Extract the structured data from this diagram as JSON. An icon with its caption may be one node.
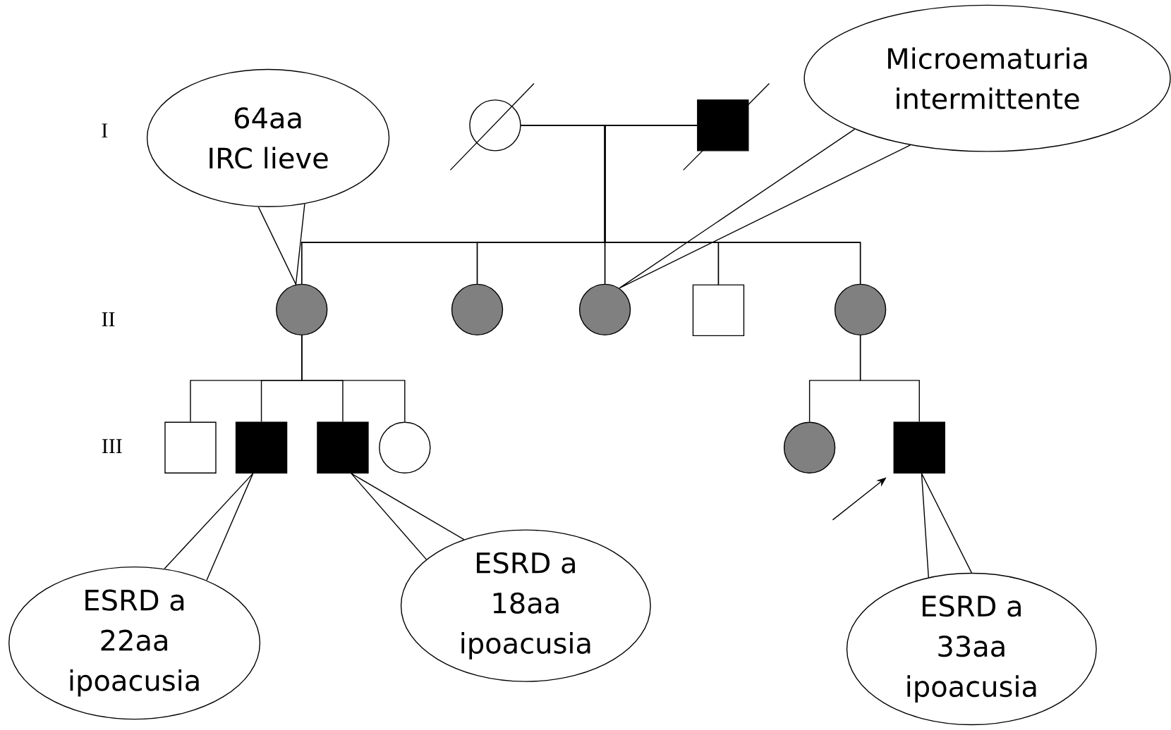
{
  "diagram": {
    "nodes": [
      {
        "text": [
          "Microematuria intermittente"
        ]
      },
      {
        "text": [
          "64aa",
          "IRC lieve"
        ]
      },
      {
        "text": [],
        "shape": "circle"
      },
      {
        "text": [],
        "shape": "box"
      },
      {
        "text": [],
        "shape": "circle"
      },
      {
        "text": [],
        "shape": "circle"
      },
      {
        "text": [],
        "shape": "circle"
      },
      {
        "text": [],
        "shape": "box"
      },
      {
        "text": [],
        "shape": "circle"
      },
      {
        "text": [],
        "shape": "box"
      },
      {
        "text": [],
        "shape": "box"
      },
      {
        "text": [],
        "shape": "box"
      },
      {
        "text": [],
        "shape": "circle"
      },
      {
        "text": [],
        "shape": "circle"
      },
      {
        "text": [],
        "shape": "box"
      },
      {
        "text": [
          "ESRD a 18aa",
          "ipoacusia"
        ]
      },
      {
        "text": [
          "ESRD a 22aa",
          "ipoacusia"
        ]
      },
      {
        "text": [
          "ESRD a 33aa",
          "ipoacusia"
        ]
      }
    ],
    "edges": [
      {
        "from": 2,
        "to": 3,
        "arrow": "none"
      },
      {
        "from": 2,
        "to": 4,
        "arrow": "none"
      },
      {
        "from": 2,
        "to": 5,
        "arrow": "none"
      },
      {
        "from": 2,
        "to": 6,
        "arrow": "none"
      },
      {
        "from": 2,
        "to": 7,
        "arrow": "none"
      },
      {
        "from": 2,
        "to": 8,
        "arrow": "none"
      },
      {
        "from": 3,
        "to": 4,
        "arrow": "none"
      },
      {
        "from": 3,
        "to": 5,
        "arrow": "none"
      },
      {
        "from": 3,
        "to": 6,
        "arrow": "none"
      },
      {
        "from": 3,
        "to": 7,
        "arrow": "none"
      },
      {
        "from": 3,
        "to": 8,
        "arrow": "none"
      },
      {
        "from": 4,
        "to": 9,
        "arrow": "none"
      },
      {
        "from": 4,
        "to": 10,
        "arrow": "none"
      },
      {
        "from": 4,
        "to": 11,
        "arrow": "none"
      },
      {
        "from": 4,
        "to": 12,
        "arrow": "none"
      },
      {
        "from": 8,
        "to": 13,
        "arrow": "none"
      },
      {
        "from": 8,
        "to": 14,
        "arrow": "none"
      },
      {
        "from": 1,
        "to": 4,
        "arrow": "none"
      },
      {
        "from": 0,
        "to": 6,
        "arrow": "none"
      },
      {
        "from": 16,
        "to": 10,
        "arrow": "none"
      },
      {
        "from": 15,
        "to": 11,
        "arrow": "none"
      },
      {
        "from": 17,
        "to": 14,
        "arrow": "none"
      },
      {
        "from": null,
        "to": 14,
        "arrow": "to"
      }
    ],
    "labels": [
      "I",
      "II",
      "III"
    ]
  }
}
